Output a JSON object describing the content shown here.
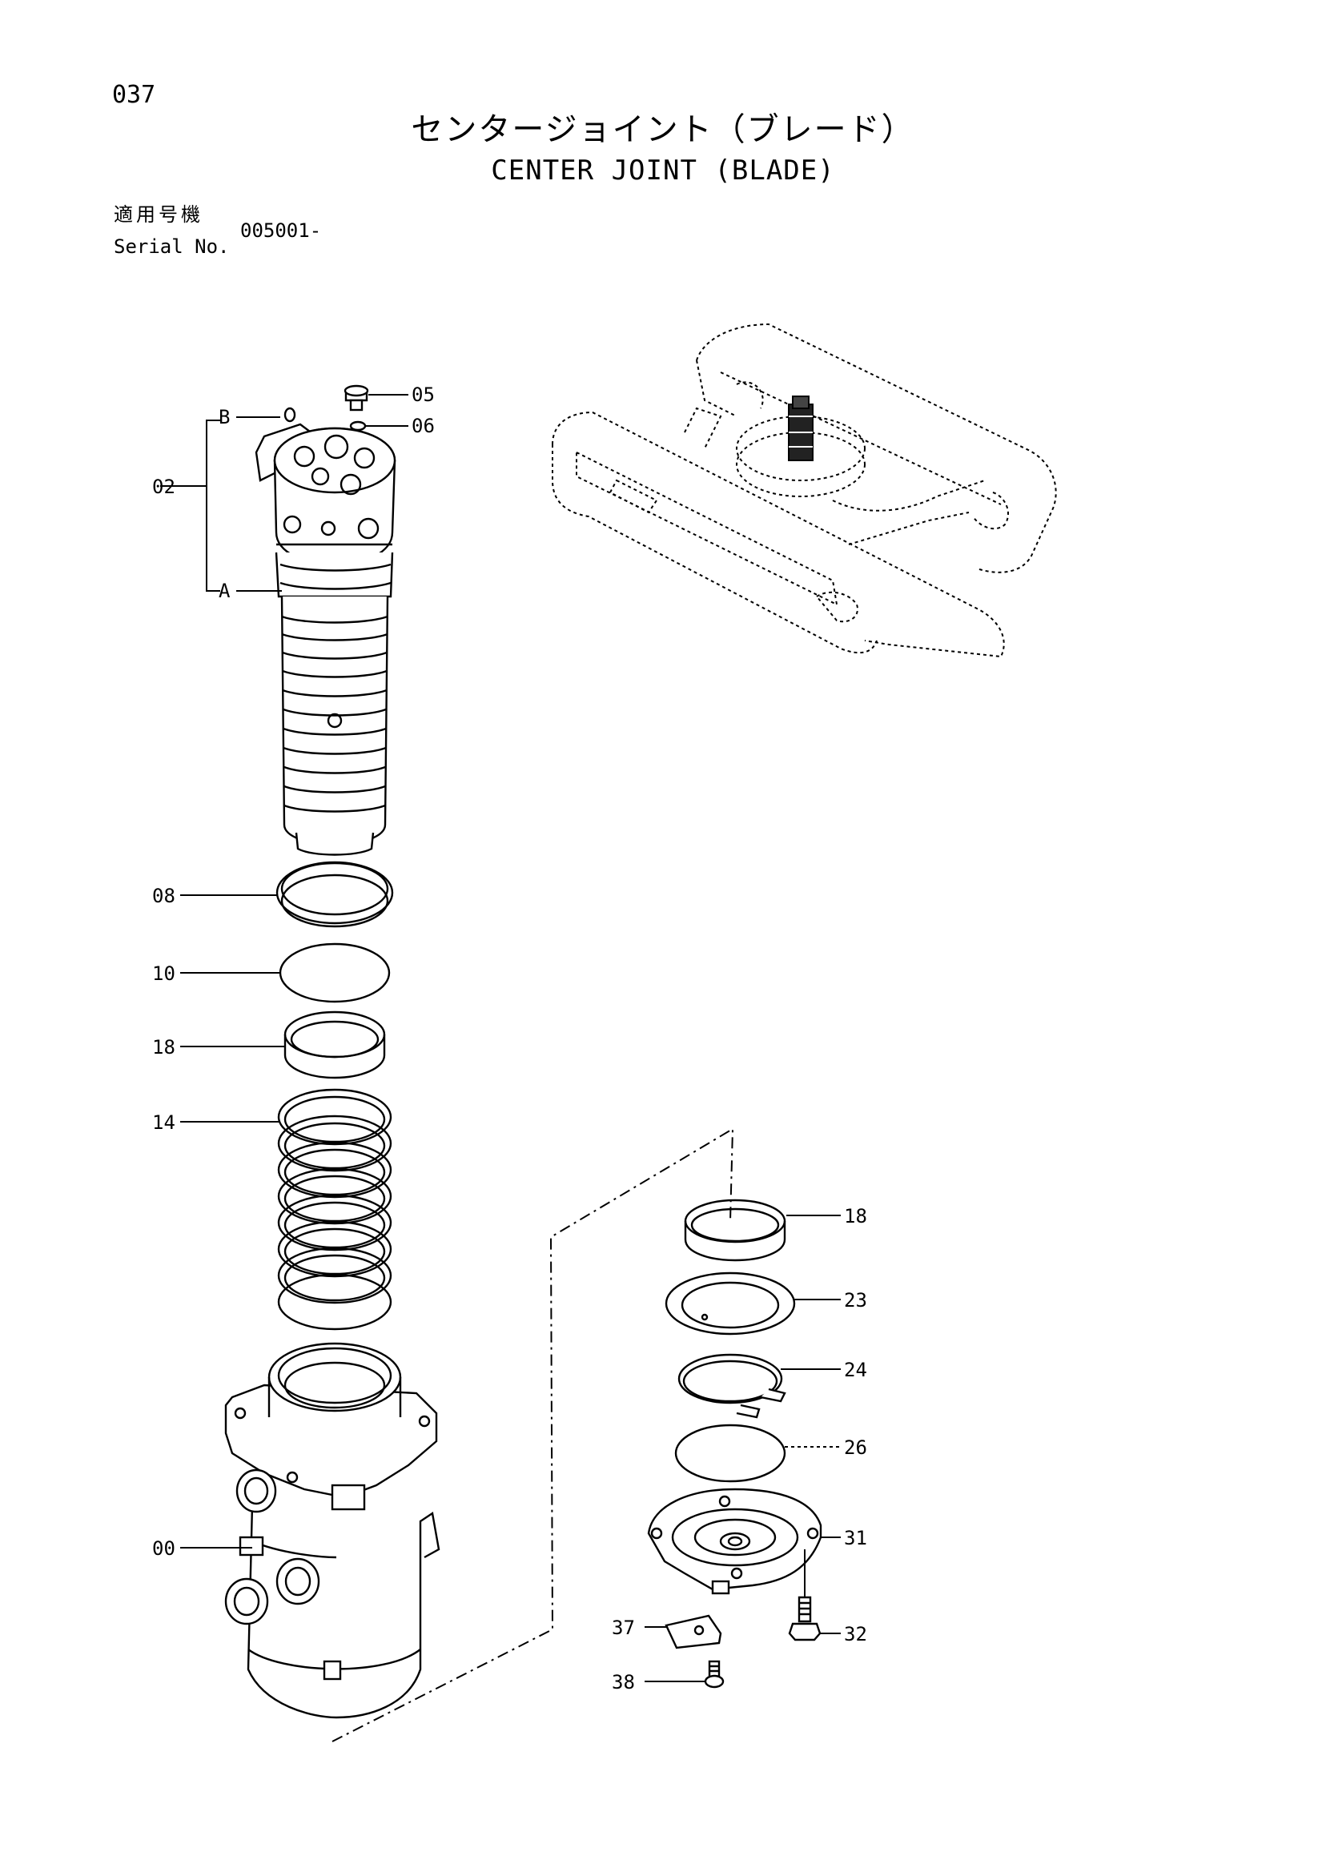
{
  "page": {
    "number": "037",
    "title_jp": "センタージョイント（ブレード）",
    "title_en": "CENTER JOINT (BLADE)"
  },
  "serial": {
    "label_jp": "適用号機",
    "label_en": "Serial No.",
    "value": "005001-"
  },
  "callouts": {
    "p05": "05",
    "p06": "06",
    "p02": "02",
    "pB": "B",
    "pA": "A",
    "p08": "08",
    "p10": "10",
    "p18a": "18",
    "p14": "14",
    "p00": "00",
    "p18b": "18",
    "p23": "23",
    "p24": "24",
    "p26": "26",
    "p31": "31",
    "p32": "32",
    "p37": "37",
    "p38": "38"
  }
}
